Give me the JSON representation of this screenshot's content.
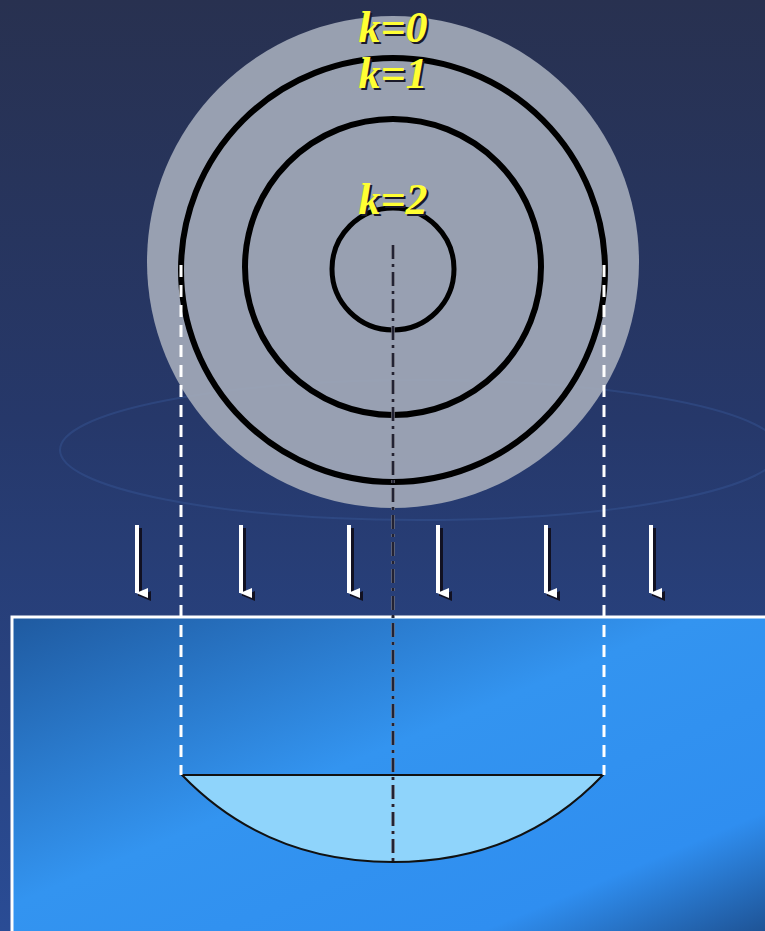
{
  "diagram": {
    "labels": [
      "k=0",
      "k=1",
      "k=2"
    ]
  }
}
